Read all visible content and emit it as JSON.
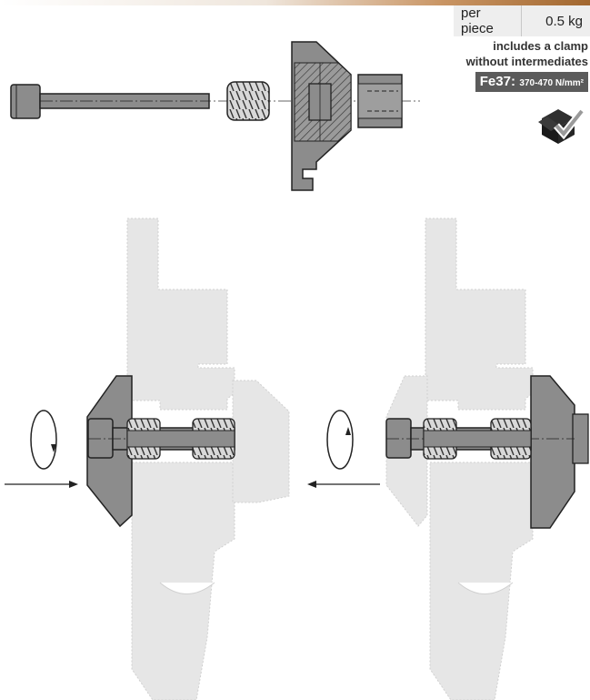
{
  "spec": {
    "label": "per piece",
    "weight": "0.5 kg"
  },
  "note": {
    "line1": "includes a clamp",
    "line2": "without intermediates"
  },
  "material": {
    "grade": "Fe37:",
    "strength": "370-470 N/mm²"
  },
  "icons": {
    "stock": "box-check-icon",
    "rotate": "rotation-arrow-icon",
    "push": "arrow-icon"
  },
  "colors": {
    "part_fill": "#8c8c8c",
    "ghost_fill": "#e6e6e6",
    "accent": "#a2672f",
    "check": "#9a9a9a"
  }
}
